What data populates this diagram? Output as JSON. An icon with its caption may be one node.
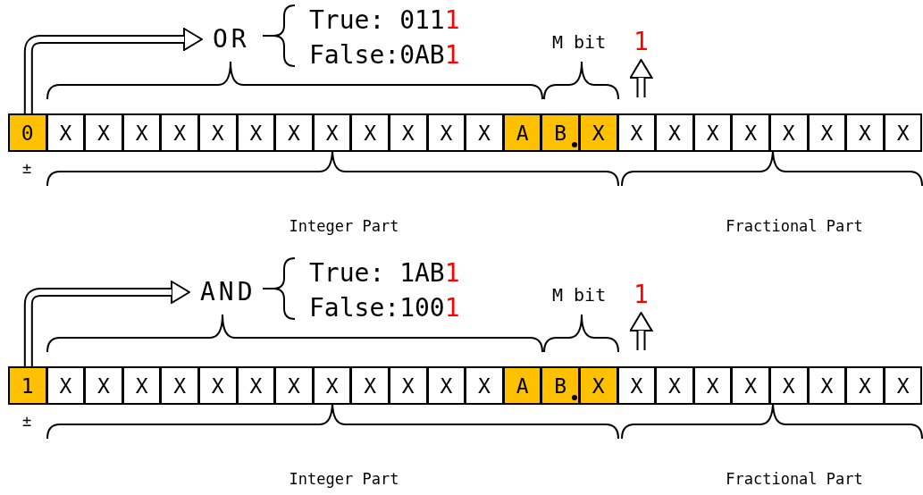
{
  "diagram": {
    "nodes": [
      {
        "text": [
          "OR"
        ]
      },
      {
        "text": [
          "1"
        ]
      },
      {
        "text": [
          "0"
        ]
      },
      {
        "text": [
          "X"
        ]
      },
      {
        "text": [
          "X"
        ]
      },
      {
        "text": [
          "X"
        ]
      },
      {
        "text": [
          "X"
        ]
      },
      {
        "text": [
          "X"
        ]
      },
      {
        "text": [
          "X"
        ]
      },
      {
        "text": [
          "X"
        ]
      },
      {
        "text": [
          "X"
        ]
      },
      {
        "text": [
          "X"
        ]
      },
      {
        "text": [
          "X"
        ]
      },
      {
        "text": [
          "X"
        ]
      },
      {
        "text": [
          "X"
        ]
      },
      {
        "text": [
          "A"
        ]
      },
      {
        "text": [
          "B"
        ]
      },
      {
        "text": [
          "X"
        ]
      },
      {
        "text": [
          "X"
        ]
      },
      {
        "text": [
          "X"
        ]
      },
      {
        "text": [
          "X"
        ]
      },
      {
        "text": [
          "X"
        ]
      },
      {
        "text": [
          "X"
        ]
      },
      {
        "text": [
          "X"
        ]
      },
      {
        "text": [
          "X"
        ]
      },
      {
        "text": [
          "X"
        ]
      },
      {
        "text": [
          "AND"
        ]
      },
      {
        "text": [
          "1"
        ]
      },
      {
        "text": [
          "1"
        ]
      },
      {
        "text": [
          "X"
        ]
      },
      {
        "text": [
          "X"
        ]
      },
      {
        "text": [
          "X"
        ]
      },
      {
        "text": [
          "X"
        ]
      },
      {
        "text": [
          "X"
        ]
      },
      {
        "text": [
          "X"
        ]
      },
      {
        "text": [
          "X"
        ]
      },
      {
        "text": [
          "X"
        ]
      },
      {
        "text": [
          "X"
        ]
      },
      {
        "text": [
          "X"
        ]
      },
      {
        "text": [
          "X"
        ]
      },
      {
        "text": [
          "X"
        ]
      },
      {
        "text": [
          "A"
        ]
      },
      {
        "text": [
          "B"
        ]
      },
      {
        "text": [
          "X"
        ]
      },
      {
        "text": [
          "X"
        ]
      },
      {
        "text": [
          "X"
        ]
      },
      {
        "text": [
          "X"
        ]
      },
      {
        "text": [
          "X"
        ]
      },
      {
        "text": [
          "X"
        ]
      },
      {
        "text": [
          "X"
        ]
      },
      {
        "text": [
          "X"
        ]
      },
      {
        "text": [
          "X"
        ]
      }
    ],
    "edges": [
      {
        "from": 2,
        "to": 0,
        "arrow": "to"
      },
      {
        "from": null,
        "to": 1,
        "arrow": "to"
      },
      {
        "from": 28,
        "to": 26,
        "arrow": "to"
      },
      {
        "from": null,
        "to": 27,
        "arrow": "to"
      }
    ],
    "labels": [
      "True: 0111",
      "False:0AB1",
      "M bit",
      "±",
      "Integer Part",
      "Fractional Part",
      "True: 1AB1",
      "False:1001",
      "M bit",
      "±",
      "Integer Part",
      "Fractional Part"
    ]
  }
}
